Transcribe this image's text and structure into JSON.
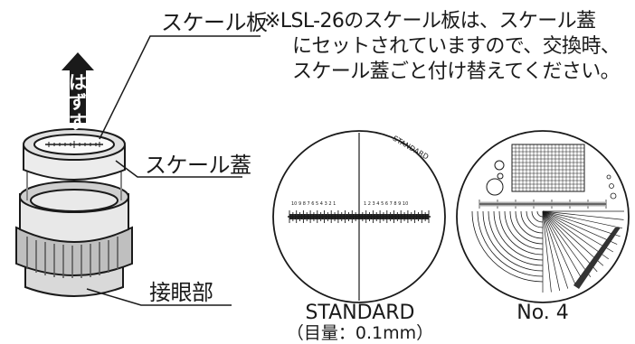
{
  "labels": {
    "scale_plate": "スケール板",
    "scale_cap": "スケール蓋",
    "eyepiece": "接眼部",
    "remove": [
      "は",
      "ず",
      "す"
    ]
  },
  "note": {
    "line1": "※LSL-26のスケール板は、スケール蓋",
    "line2": "にセットされていますので、交換時、",
    "line3": "スケール蓋ごと付け替えてください。"
  },
  "standard": {
    "arc_text": "STANDARD",
    "caption": "STANDARD",
    "subcaption": "（目量：0.1mm）"
  },
  "no4": {
    "caption": "No. 4"
  },
  "colors": {
    "ink": "#1a1a1a",
    "arrow": "#1a1a1a",
    "lens_ring": "#e6e6e6"
  }
}
